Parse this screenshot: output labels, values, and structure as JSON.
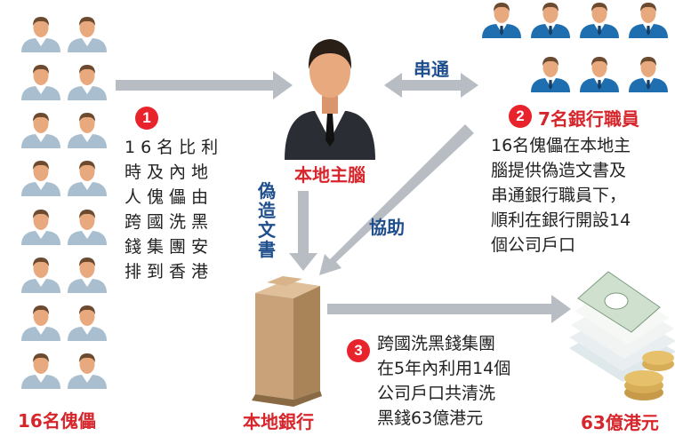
{
  "puppets": {
    "label": "16名傀儡",
    "count": 16
  },
  "boss": {
    "label": "本地主腦"
  },
  "staff": {
    "label": "7名銀行職員",
    "count": 7
  },
  "bank": {
    "label": "本地銀行"
  },
  "money": {
    "label": "63億港元"
  },
  "arrows": {
    "collude": "串通",
    "forge": "偽造文書",
    "assist": "協助"
  },
  "steps": [
    {
      "num": "1",
      "text": "16名比利時及內地人傀儡由跨國洗黑錢集團安排到香港"
    },
    {
      "num": "2",
      "text": "16名傀儡在本地主腦提供偽造文書及串通銀行職員下，順利在銀行開設14個公司戶口"
    },
    {
      "num": "3",
      "text": "跨國洗黑錢集團在5年內利用14個公司戶口共清洗黑錢63億港元"
    }
  ],
  "step1_lines": [
    "16名比利",
    "時及內地",
    "人傀儡由",
    "跨國洗黑",
    "錢集團安",
    "排到香港"
  ],
  "step2_lines": [
    "16名傀儡在本地主",
    "腦提供偽造文書及",
    "串通銀行職員下，",
    "順利在銀行開設14",
    "個公司戶口"
  ],
  "step3_lines": [
    "跨國洗黑錢集團",
    "在5年內利用14個",
    "公司戶口共清洗",
    "黑錢63億港元"
  ],
  "colors": {
    "arrow": "#b8bdc4",
    "red": "#d6262c",
    "blue": "#1f4e8c",
    "staff": "#1f6fb0",
    "puppet": "#a9bfcf",
    "skin": "#e9a97f",
    "bank": "#c9a27a"
  }
}
